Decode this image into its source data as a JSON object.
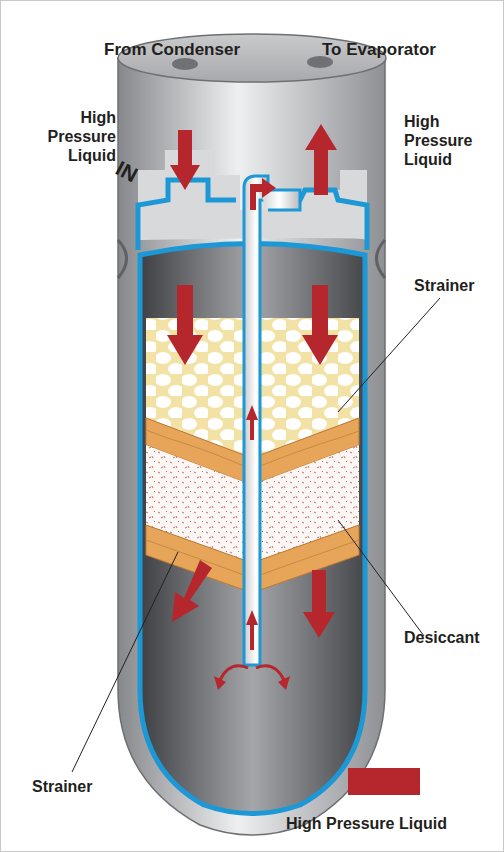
{
  "diagram": {
    "labels": [
      "From Condenser",
      "To Evaporator",
      "High Pressure Liquid",
      "IN",
      "High Pressure Liquid",
      "Strainer",
      "Desiccant",
      "Strainer"
    ],
    "legend": [
      {
        "text": "High Pressure Liquid",
        "color": "#b5272d"
      }
    ]
  }
}
